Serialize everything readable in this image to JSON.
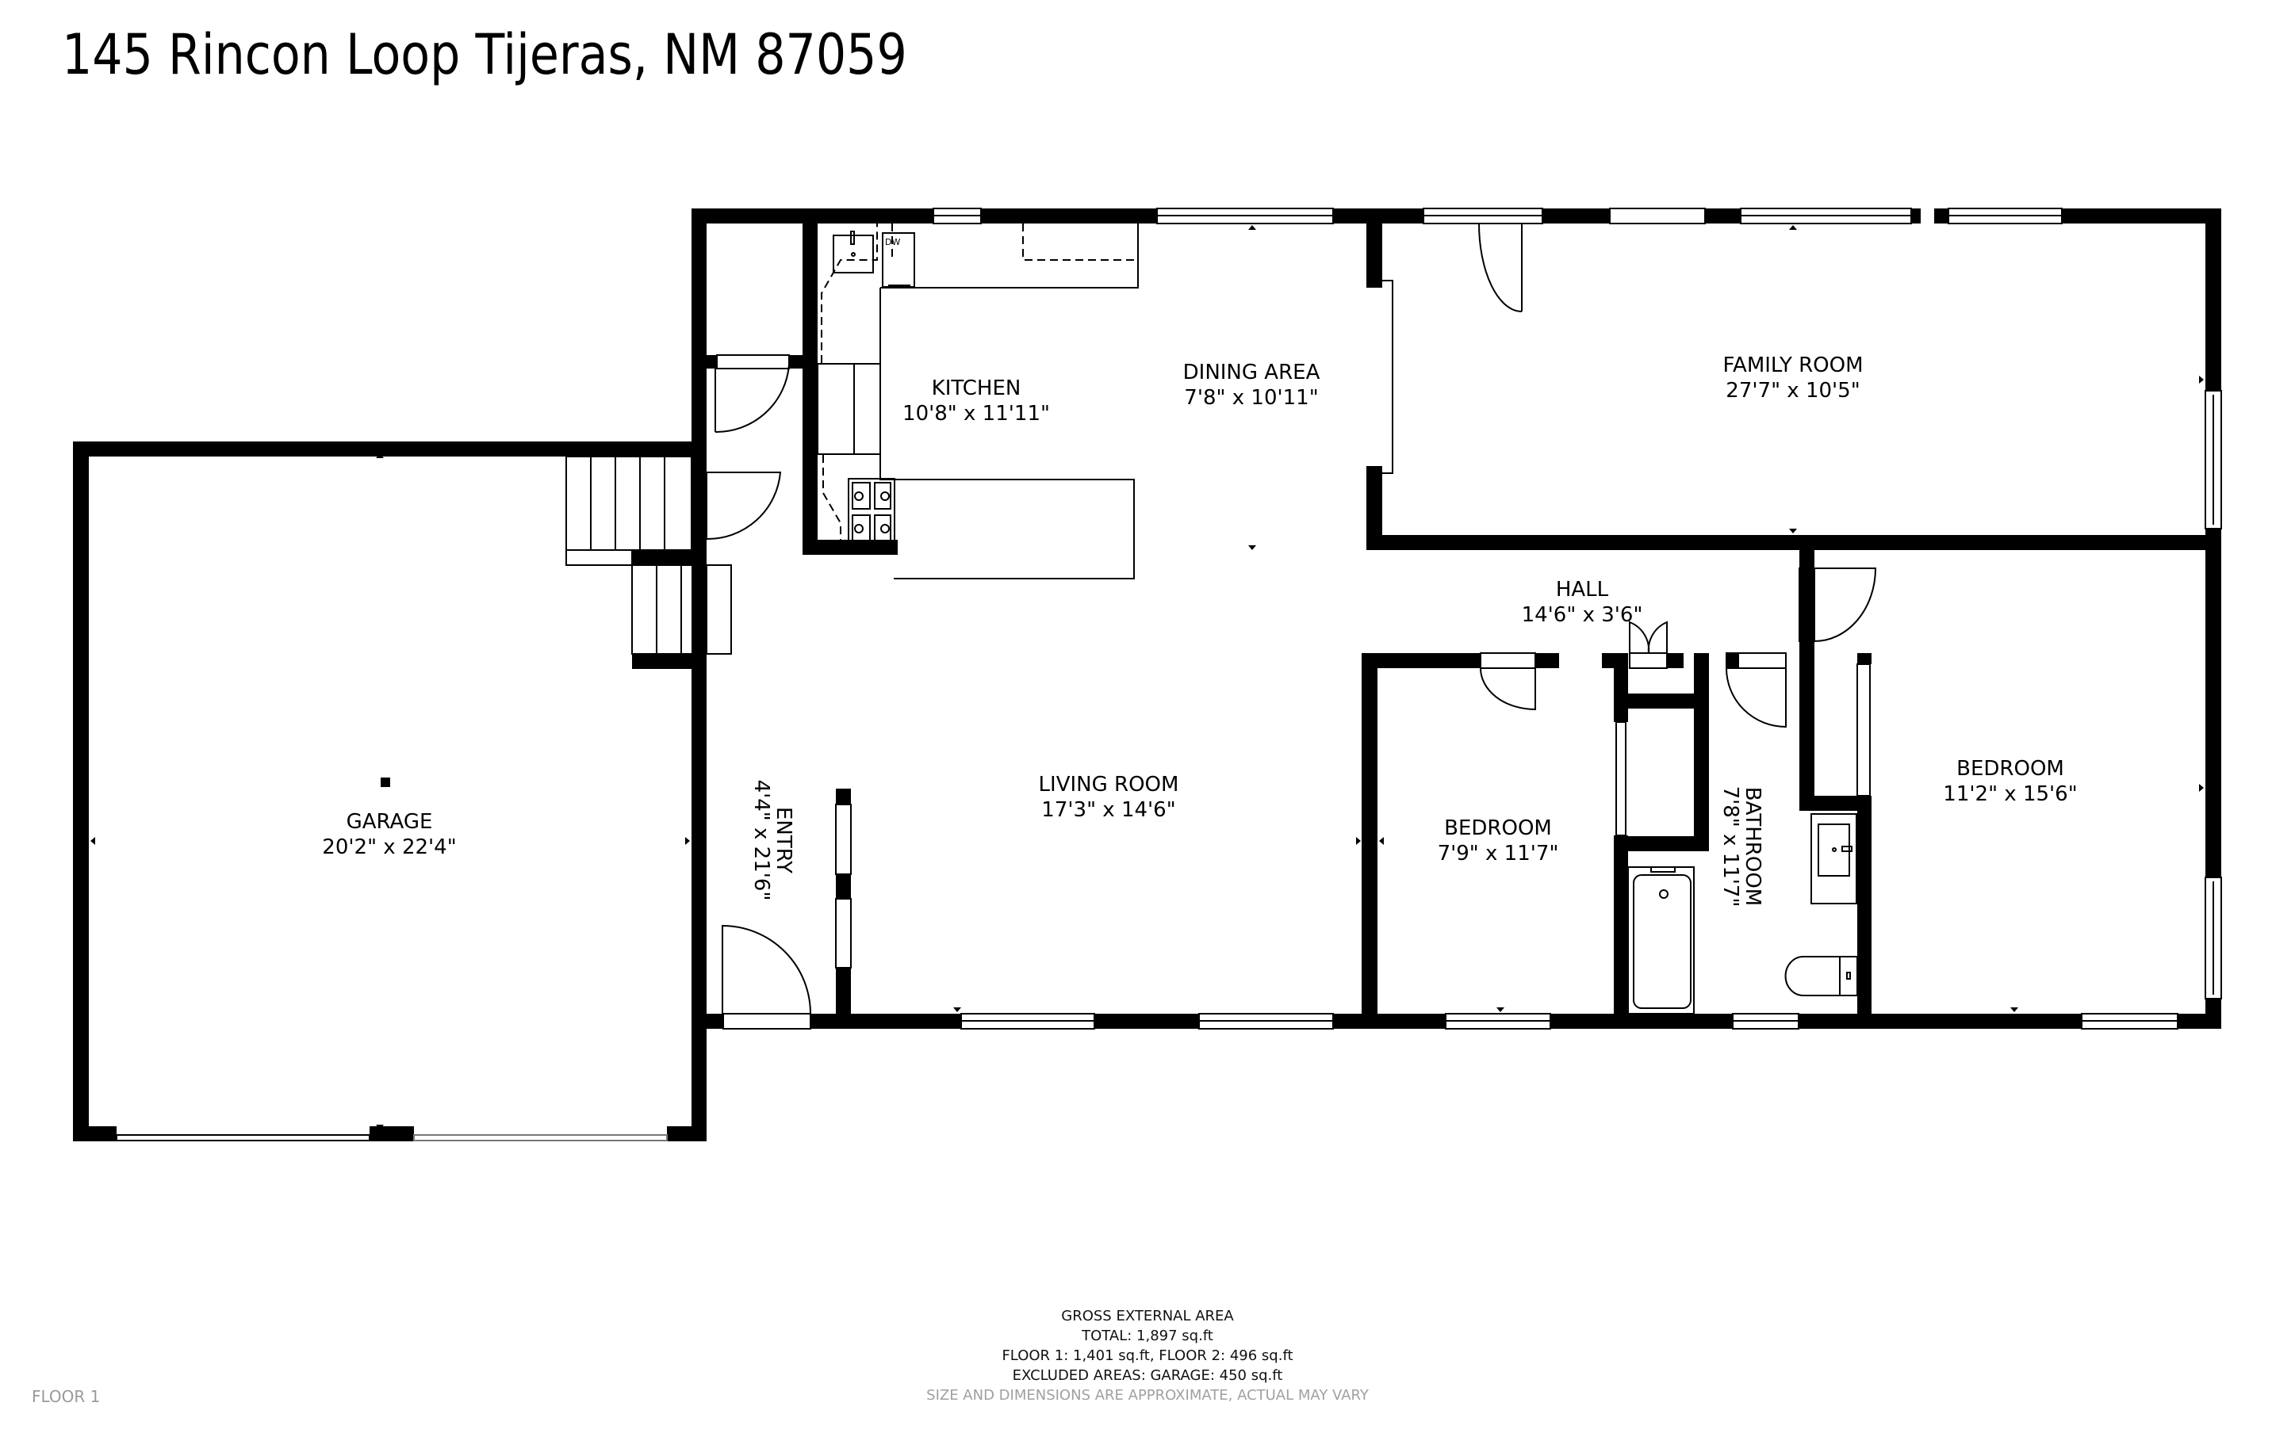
{
  "header": {
    "address": "145 Rincon Loop Tijeras, NM 87059"
  },
  "rooms": {
    "garage": {
      "name": "GARAGE",
      "dims": "20'2\" x 22'4\""
    },
    "entry": {
      "name": "ENTRY",
      "dims": "4'4\" x 21'6\""
    },
    "kitchen": {
      "name": "KITCHEN",
      "dims": "10'8\" x 11'11\""
    },
    "dining": {
      "name": "DINING AREA",
      "dims": "7'8\" x 10'11\""
    },
    "family": {
      "name": "FAMILY ROOM",
      "dims": "27'7\" x 10'5\""
    },
    "living": {
      "name": "LIVING ROOM",
      "dims": "17'3\" x 14'6\""
    },
    "hall": {
      "name": "HALL",
      "dims": "14'6\" x 3'6\""
    },
    "bedroom1": {
      "name": "BEDROOM",
      "dims": "7'9\" x 11'7\""
    },
    "bathroom": {
      "name": "BATHROOM",
      "dims": "7'8\" x 11'7\""
    },
    "bedroom2": {
      "name": "BEDROOM",
      "dims": "11'2\" x 15'6\""
    }
  },
  "fixtures": {
    "dishwasher_label": "DW"
  },
  "summary": {
    "heading": "GROSS EXTERNAL AREA",
    "total": "TOTAL: 1,897 sq.ft",
    "floors": "FLOOR 1: 1,401 sq.ft, FLOOR 2: 496 sq.ft",
    "excluded": "EXCLUDED AREAS: GARAGE: 450 sq.ft",
    "disclaimer": "SIZE AND DIMENSIONS ARE APPROXIMATE, ACTUAL MAY VARY"
  },
  "footer": {
    "floor_label": "FLOOR 1"
  },
  "colors": {
    "wall": "#000000",
    "background": "#ffffff",
    "disclaimer_text": "#a0a0a0"
  }
}
